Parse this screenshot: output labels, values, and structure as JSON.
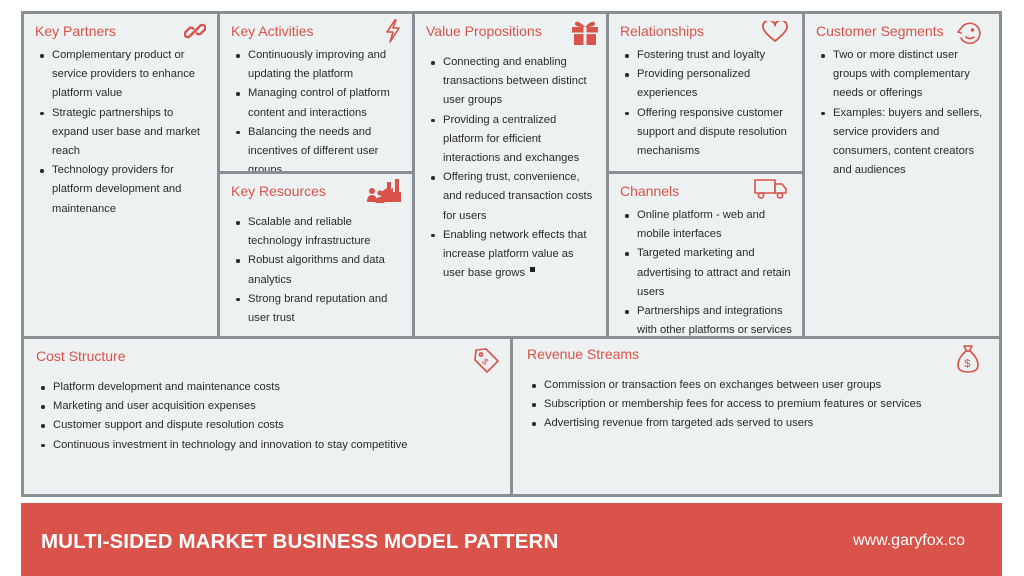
{
  "sections": {
    "key_partners": {
      "title": "Key Partners",
      "icon": "link-icon",
      "items": [
        "Complementary product or service providers to enhance platform value",
        "Strategic partnerships to expand user base and market reach",
        "Technology providers for platform development and maintenance"
      ]
    },
    "key_activities": {
      "title": "Key Activities",
      "icon": "lightning-icon",
      "items": [
        "Continuously improving and updating the platform",
        "Managing control of platform content and interactions",
        "Balancing the needs and incentives of different user groups"
      ]
    },
    "key_resources": {
      "title": "Key Resources",
      "icon": "factory-people-icon",
      "items": [
        "Scalable and reliable technology infrastructure",
        "Robust algorithms and data analytics",
        "Strong brand reputation and user trust"
      ]
    },
    "value_propositions": {
      "title": "Value Propositions",
      "icon": "gift-icon",
      "items": [
        "Connecting and enabling transactions between distinct user groups",
        "Providing a centralized platform for efficient interactions and exchanges",
        "Offering trust, convenience, and reduced transaction costs for users",
        "Enabling network effects that increase platform value as user base grows"
      ]
    },
    "relationships": {
      "title": "Relationships",
      "icon": "heart-icon",
      "items": [
        "Fostering trust and loyalty",
        "Providing personalized experiences",
        "Offering responsive customer support and dispute resolution mechanisms"
      ]
    },
    "channels": {
      "title": "Channels",
      "icon": "truck-icon",
      "items": [
        "Online platform  - web and mobile interfaces",
        "Targeted marketing and advertising to attract and retain users",
        "Partnerships and integrations with other platforms or services"
      ]
    },
    "customer_segments": {
      "title": "Customer Segments",
      "icon": "face-icon",
      "items": [
        "Two or more distinct user groups with complementary needs or offerings",
        "Examples: buyers and sellers, service providers and consumers, content creators and audiences"
      ]
    },
    "cost_structure": {
      "title": "Cost Structure",
      "icon": "price-tag-icon",
      "items": [
        "Platform development and maintenance costs",
        "Marketing and user acquisition expenses",
        "Customer support and dispute resolution costs",
        "Continuous investment in technology and innovation to stay competitive"
      ]
    },
    "revenue_streams": {
      "title": "Revenue Streams",
      "icon": "money-bag-icon",
      "items": [
        "Commission or transaction fees on exchanges between user groups",
        "Subscription or membership fees for access to premium features or services",
        "Advertising revenue from targeted ads served to users"
      ]
    }
  },
  "footer": {
    "title": "MULTI-SIDED MARKET BUSINESS MODEL PATTERN",
    "website": "www.garyfox.co"
  },
  "colors": {
    "accent": "#d9534a",
    "cell_bg": "#edf1f1",
    "border": "#8a8f93",
    "text": "#2b2b2b"
  }
}
